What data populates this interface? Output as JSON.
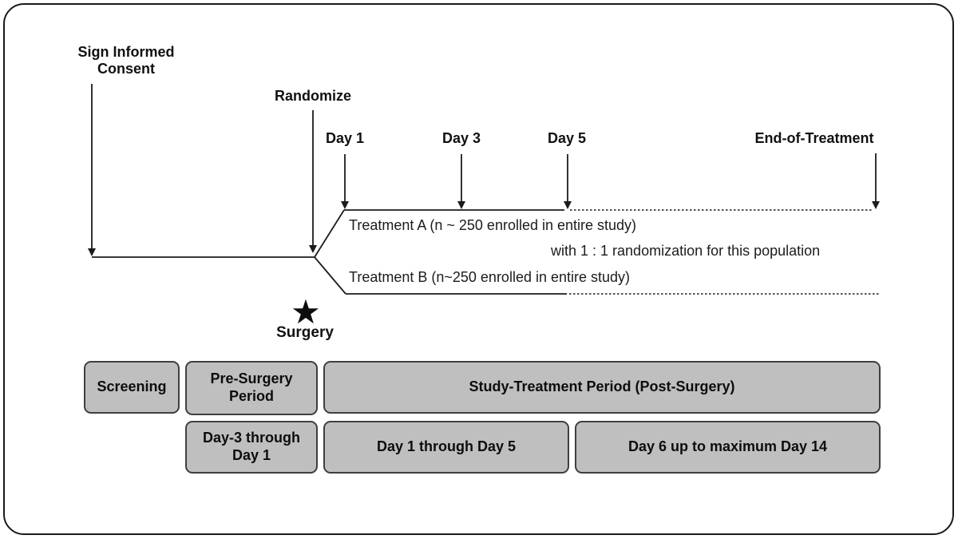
{
  "diagram": {
    "title": "study-design-timeline",
    "milestones": {
      "sign_informed_consent": "Sign Informed Consent",
      "randomize": "Randomize",
      "day1": "Day 1",
      "day3": "Day 3",
      "day5": "Day 5",
      "end_of_treatment": "End-of-Treatment",
      "surgery": "Surgery"
    },
    "arms": {
      "treatment_a": "Treatment A (n ~ 250 enrolled in entire study)",
      "randomization_note": "with 1 : 1 randomization for this population",
      "treatment_b": "Treatment B (n~250 enrolled in entire study)"
    },
    "icons": {
      "surgery_star": "★"
    },
    "periods": [
      {
        "label": "Screening"
      },
      {
        "label": "Pre-Surgery Period"
      },
      {
        "label": "Study-Treatment Period (Post-Surgery)"
      },
      {
        "label": "Day-3 through Day 1"
      },
      {
        "label": "Day 1 through Day 5"
      },
      {
        "label": "Day 6 up to maximum Day 14"
      }
    ],
    "colors": {
      "background": "#ffffff",
      "frame_border": "#1a1a1a",
      "line": "#1c1c1c",
      "box_fill": "#bfbfbf",
      "box_border": "#3f3f3f",
      "text": "#0d0d0d"
    }
  }
}
